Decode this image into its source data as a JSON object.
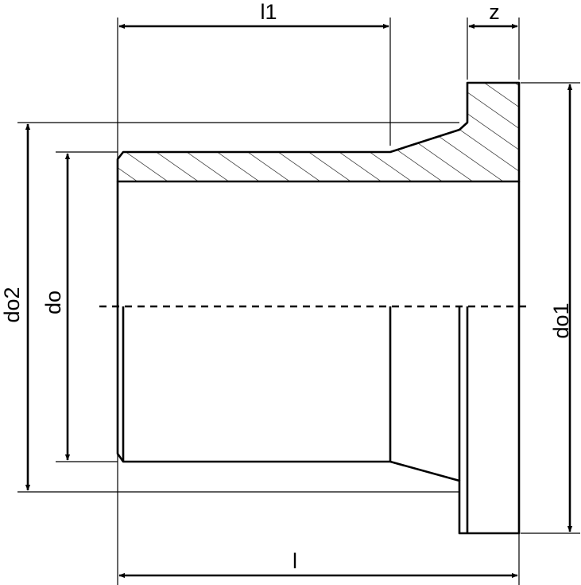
{
  "labels": {
    "l1": "l1",
    "z": "z",
    "l": "l",
    "do": "do",
    "do1": "do1",
    "do2": "do2"
  },
  "colors": {
    "line": "#000000",
    "background": "#ffffff"
  }
}
